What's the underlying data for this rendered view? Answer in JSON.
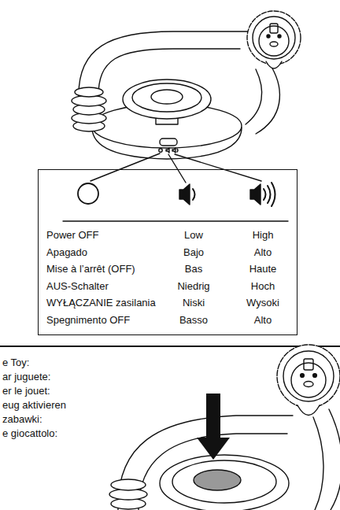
{
  "diagram": {
    "nodes": [
      {
        "text": [
          "Power OFF",
          "Low",
          "High",
          "Apagado",
          "Bajo",
          "Alto",
          "Mise à l’arrêt (OFF)",
          "Bas",
          "Haute",
          "AUS-Schalter",
          "Niedrig",
          "Hoch",
          "WYŁĄCZANIE zasilania",
          "Niski",
          "Wysoki",
          "Spegnimento OFF",
          "Basso",
          "Alto"
        ]
      }
    ],
    "labels": [
      "e Toy:",
      "ar juguete:",
      "er le jouet:",
      "eug aktivieren",
      "zabawki:",
      "e giocattolo:"
    ]
  }
}
